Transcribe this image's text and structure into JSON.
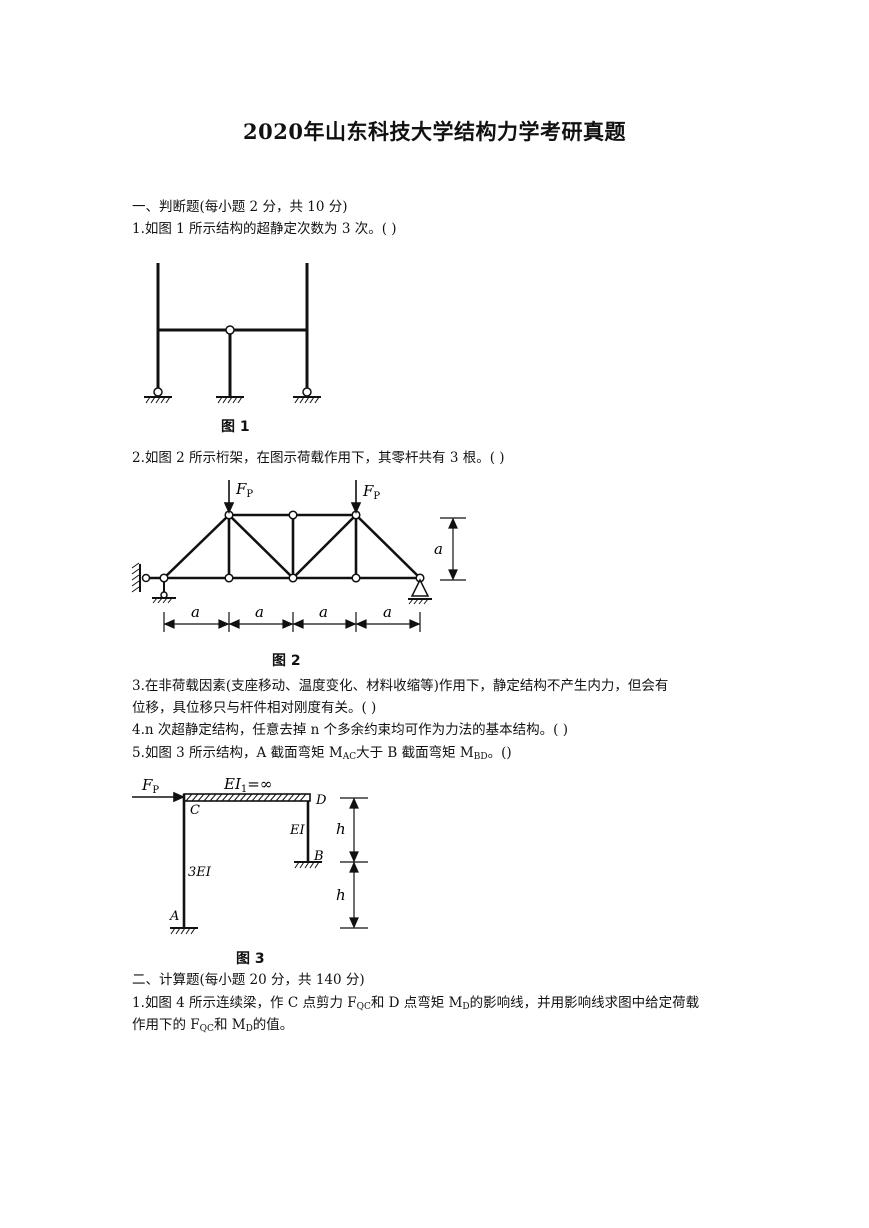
{
  "doc": {
    "title": "2020年山东科技大学结构力学考研真题"
  },
  "section1": {
    "heading": "一、判断题(每小题 2 分，共 10 分)",
    "q1": "1.如图 1 所示结构的超静定次数为 3 次。( )",
    "q2": "2.如图 2 所示桁架，在图示荷载作用下，其零杆共有 3 根。( )",
    "q3_line1": "3.在非荷载因素(支座移动、温度变化、材料收缩等)作用下，静定结构不产生内力，但会有",
    "q3_line2": "位移，具位移只与杆件相对刚度有关。( )",
    "q4": "4.n 次超静定结构，任意去掉 n 个多余约束均可作为力法的基本结构。( )",
    "q5_prefix": "5.如图 3 所示结构，A 截面弯矩 M",
    "q5_sub1": "AC",
    "q5_mid": "大于 B 截面弯矩 M",
    "q5_sub2": "BD",
    "q5_suffix": "。()"
  },
  "section2": {
    "heading": "二、计算题(每小题 20 分，共 140 分)",
    "q1_line1_a": "1.如图 4 所示连续梁，作 C 点剪力 F",
    "q1_line1_sub1": "QC",
    "q1_line1_b": "和 D 点弯矩 M",
    "q1_line1_sub2": "D",
    "q1_line1_c": "的影响线，并用影响线求图中给定荷载",
    "q1_line2_a": "作用下的 F",
    "q1_line2_sub1": "QC",
    "q1_line2_b": "和 M",
    "q1_line2_sub2": "D",
    "q1_line2_c": "的值。"
  },
  "fig1": {
    "caption": "图 1"
  },
  "fig2": {
    "caption": "图 2",
    "load_label": "F",
    "load_sub": "P",
    "dim_a": "a"
  },
  "fig3": {
    "caption": "图 3",
    "load_label": "F",
    "load_sub": "P",
    "beam_label": "EI",
    "beam_sub": "1",
    "beam_value": "=∞",
    "node_c": "C",
    "node_d": "D",
    "node_a": "A",
    "node_b": "B",
    "col_left": "3EI",
    "col_right": "EI",
    "dim_h": "h"
  }
}
